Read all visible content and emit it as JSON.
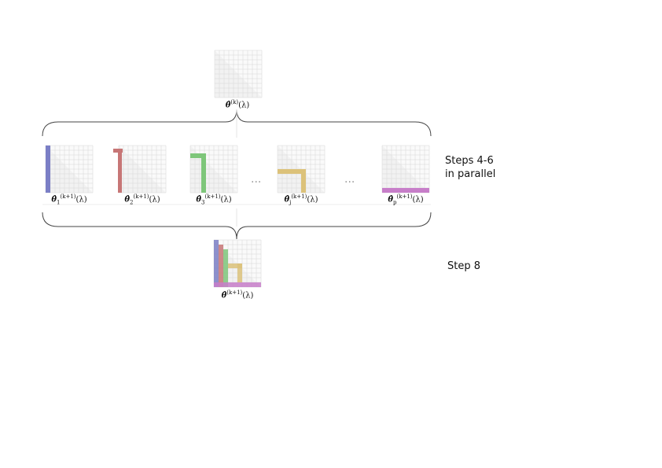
{
  "colors": {
    "grid_fill": "#f2f2f2",
    "grid_line": "#d6d6d6",
    "brace": "#444444",
    "blue": "#7b7fc6",
    "red": "#c77676",
    "green": "#7ec67a",
    "yellow": "#dcc27a",
    "purple": "#c77ec9"
  },
  "top": {
    "label_theta": "θ̂",
    "label_sup": "(k)",
    "label_arg": "(λ)"
  },
  "estimators": [
    {
      "name": "theta-1",
      "theta": "θ̂",
      "sub": "1",
      "sup": "(k+1)",
      "arg": "(λ)",
      "color": "blue"
    },
    {
      "name": "theta-2",
      "theta": "θ̂",
      "sub": "2",
      "sup": "(k+1)",
      "arg": "(λ)",
      "color": "red"
    },
    {
      "name": "theta-3",
      "theta": "θ̂",
      "sub": "3",
      "sup": "(k+1)",
      "arg": "(λ)",
      "color": "green"
    },
    {
      "name": "theta-j",
      "theta": "θ̂",
      "sub": "j",
      "sup": "(k+1)",
      "arg": "(λ)",
      "color": "yellow"
    },
    {
      "name": "theta-p",
      "theta": "θ̂",
      "sub": "p",
      "sup": "(k+1)",
      "arg": "(λ)",
      "color": "purple"
    }
  ],
  "ellipsis": [
    "···",
    "···"
  ],
  "bottom": {
    "label_theta": "θ̂",
    "label_sup": "(k+1)",
    "label_arg": "(λ)"
  },
  "steps": {
    "parallel_line1": "Steps 4-6",
    "parallel_line2": "in parallel",
    "merge": "Step 8"
  }
}
